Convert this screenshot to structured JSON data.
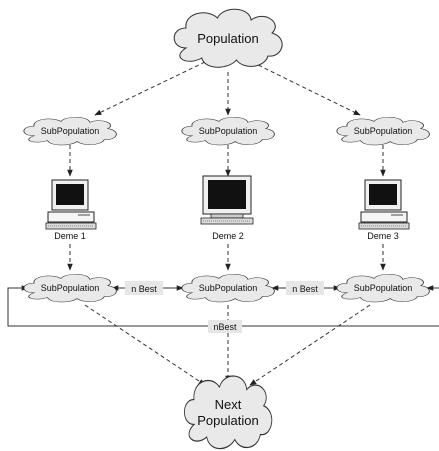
{
  "diagram": {
    "top_node": "Population",
    "subpop_label": "SubPopulation",
    "demes": [
      "Deme 1",
      "Deme 2",
      "Deme 3"
    ],
    "exchange_label": "n Best",
    "ring_label": "nBest",
    "bottom_node": [
      "Next",
      "Population"
    ]
  }
}
